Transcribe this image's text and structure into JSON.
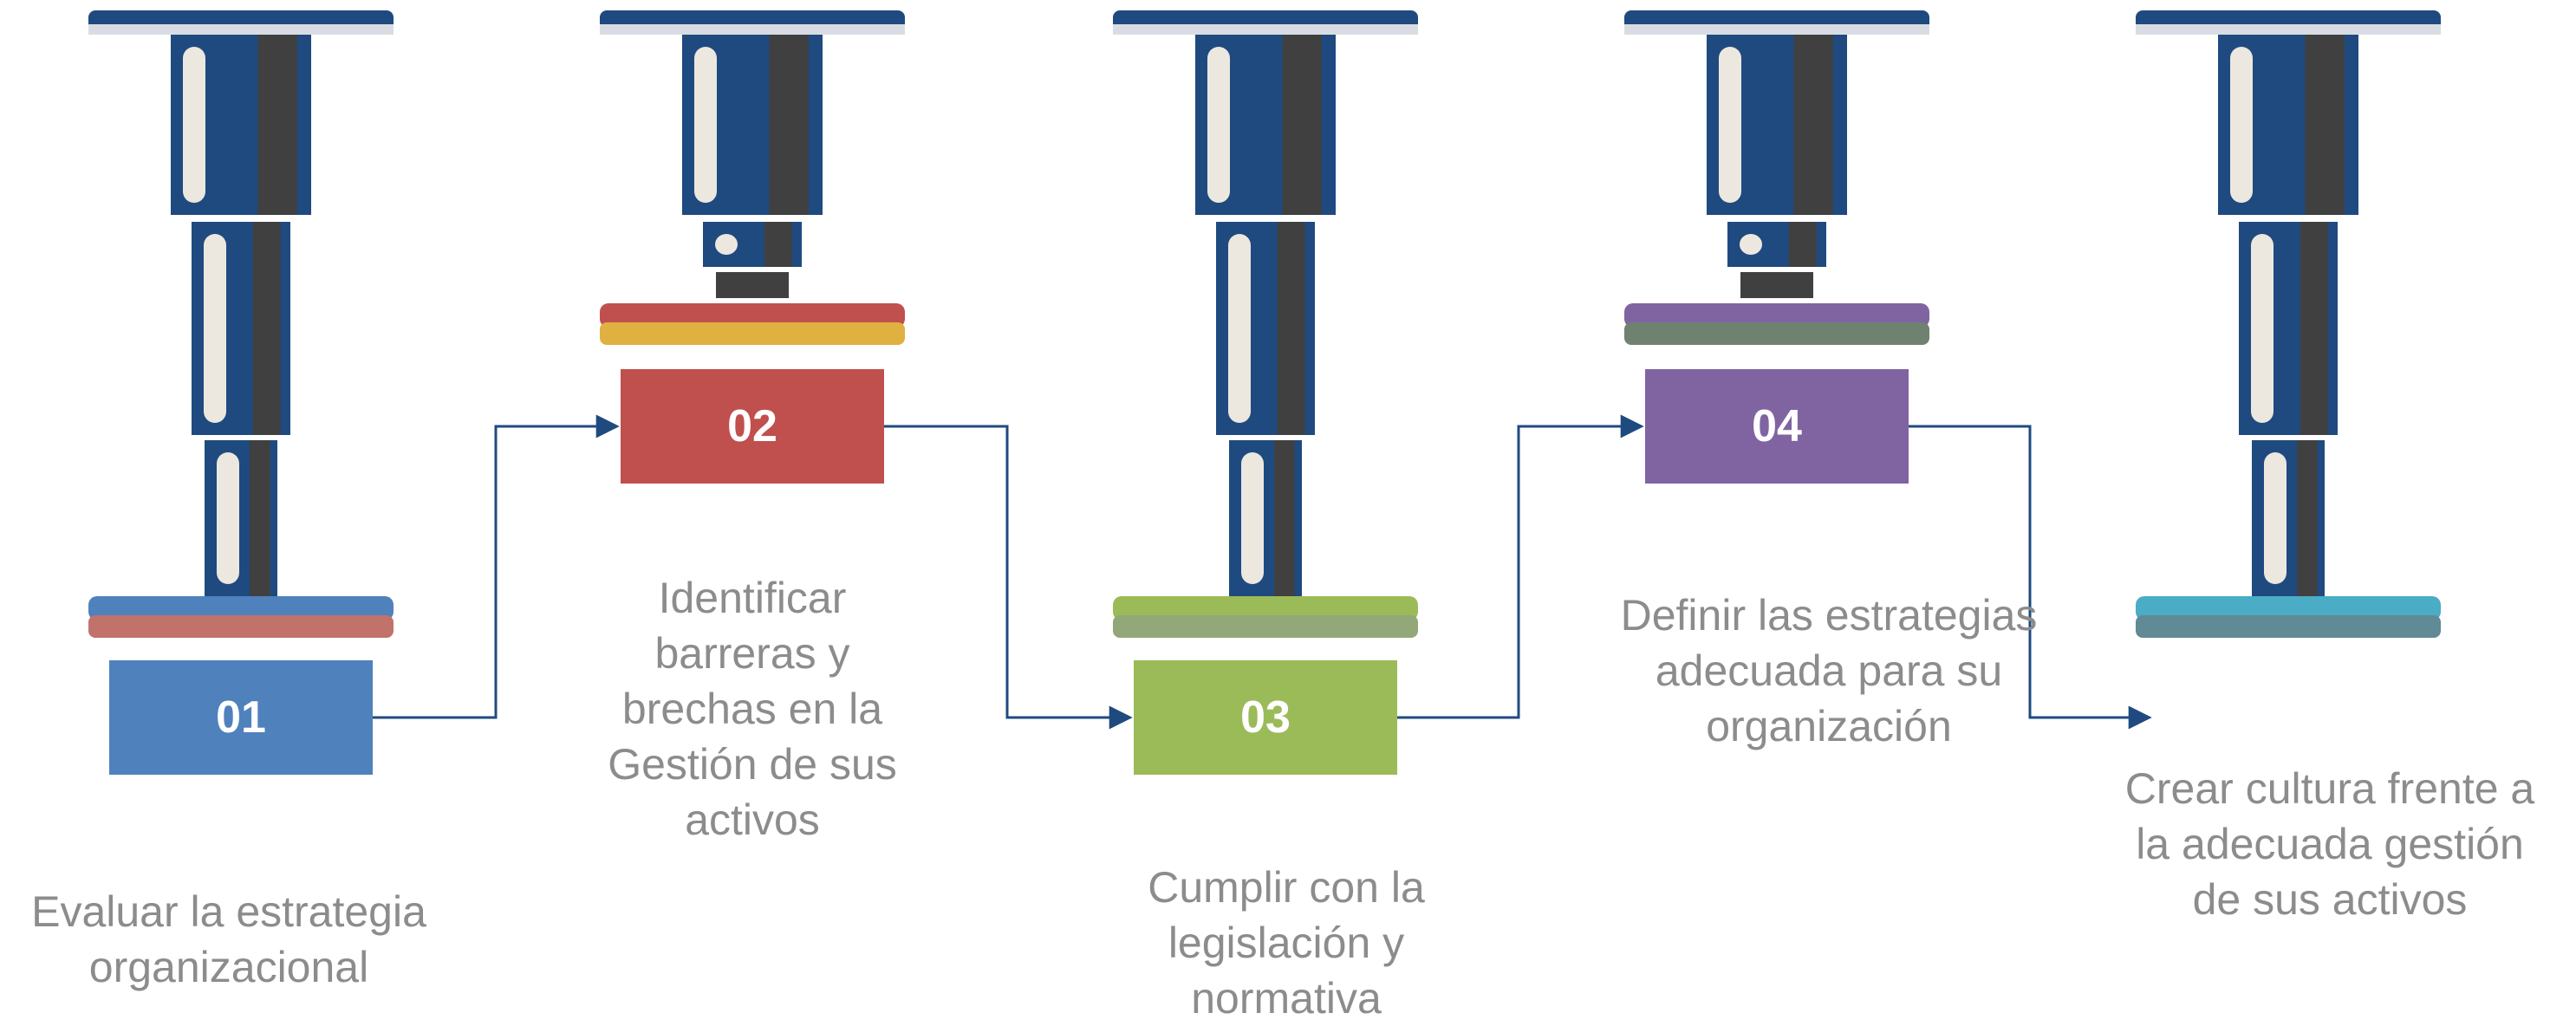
{
  "colors": {
    "press_blue": "#1f4a80",
    "press_dark": "#404040",
    "press_light": "#ece8df",
    "connector": "#1f4a80",
    "label_text": "#8c8c8c"
  },
  "steps": [
    {
      "number": "01",
      "label_lines": [
        "Evaluar la estrategia",
        "organizacional"
      ],
      "badge_color": "#4f81bd",
      "plate_top_color": "#4f81bd",
      "plate_bottom_color": "#c0726b"
    },
    {
      "number": "02",
      "label_lines": [
        "Identificar",
        "barreras y",
        "brechas en la",
        "Gestión de sus",
        "activos"
      ],
      "badge_color": "#c0504d",
      "plate_top_color": "#c0504d",
      "plate_bottom_color": "#e0b040"
    },
    {
      "number": "03",
      "label_lines": [
        "Cumplir con la",
        "legislación y",
        "normativa"
      ],
      "badge_color": "#9bbb59",
      "plate_top_color": "#9bbb59",
      "plate_bottom_color": "#93a878"
    },
    {
      "number": "04",
      "label_lines": [
        "Definir las estrategias",
        "adecuada para su",
        "organización"
      ],
      "badge_color": "#8064a2",
      "plate_top_color": "#8064a2",
      "plate_bottom_color": "#6f8270"
    },
    {
      "number": "",
      "label_lines": [
        "Crear cultura frente a",
        "la adecuada gestión",
        "de sus activos"
      ],
      "badge_color": "",
      "plate_top_color": "#4bacc6",
      "plate_bottom_color": "#5f8a96"
    }
  ]
}
